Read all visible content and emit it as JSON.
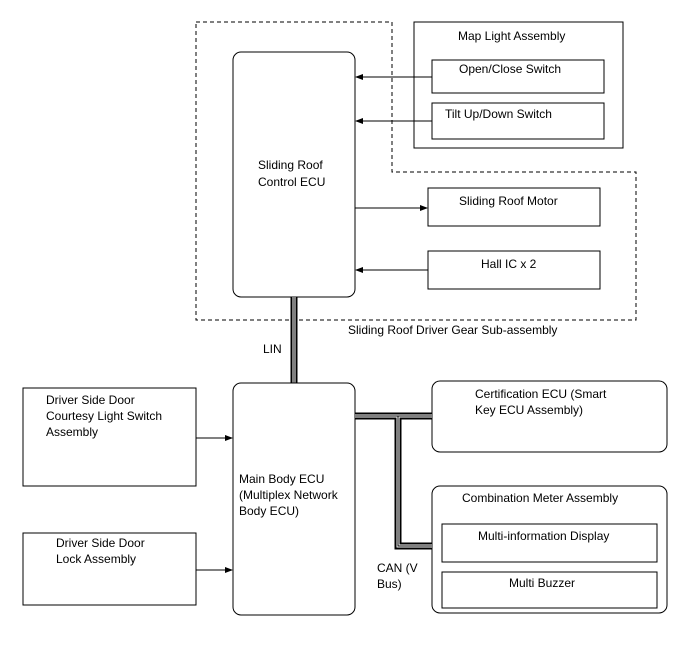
{
  "nodes": {
    "sliding_roof_ecu": [
      "Sliding Roof",
      "Control ECU"
    ],
    "map_light_assembly": "Map Light Assembly",
    "open_close_switch": "Open/Close Switch",
    "tilt_switch": "Tilt Up/Down Switch",
    "sliding_roof_motor": "Sliding Roof Motor",
    "hall_ic": "Hall IC x 2",
    "driver_gear_subassembly": "Sliding Roof Driver Gear Sub-assembly",
    "main_body_ecu": [
      "Main Body ECU",
      "(Multiplex Network",
      "Body ECU)"
    ],
    "courtesy_switch": [
      "Driver Side Door",
      "Courtesy Light Switch",
      "Assembly"
    ],
    "door_lock": [
      "Driver Side Door",
      "Lock Assembly"
    ],
    "certification_ecu": [
      "Certification ECU (Smart",
      "Key ECU Assembly)"
    ],
    "combination_meter": "Combination Meter Assembly",
    "multi_info_display": "Multi-information Display",
    "multi_buzzer": "Multi Buzzer"
  },
  "buses": {
    "lin": "LIN",
    "can": [
      "CAN (V",
      "Bus)"
    ]
  }
}
